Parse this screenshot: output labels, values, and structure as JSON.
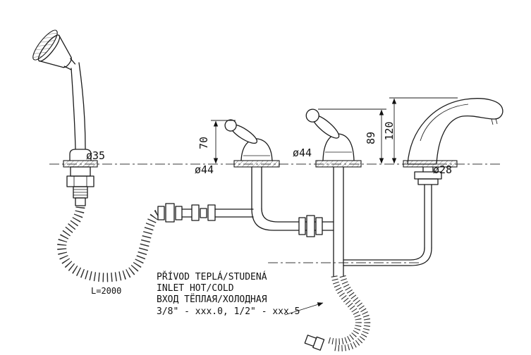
{
  "drawing": {
    "labels": {
      "shower_diameter": "ø35",
      "valve_left_diameter": "ø44",
      "valve_right_diameter": "ø44",
      "spout_diameter": "ø28",
      "valve_left_height": "70",
      "valve_right_height": "89",
      "spout_height": "120",
      "hose_length": "L=2000"
    },
    "notes": {
      "line1": "PŘÍVOD TEPLÁ/STUDENÁ",
      "line2": "INLET HOT/COLD",
      "line3": "ВХОД ТЁПЛАЯ/ХОЛОДНАЯ",
      "line4": "3/8\" - xxx.0, 1/2\" - xxx.5"
    },
    "colors": {
      "line": "#1b1b1b",
      "background": "#ffffff"
    }
  }
}
